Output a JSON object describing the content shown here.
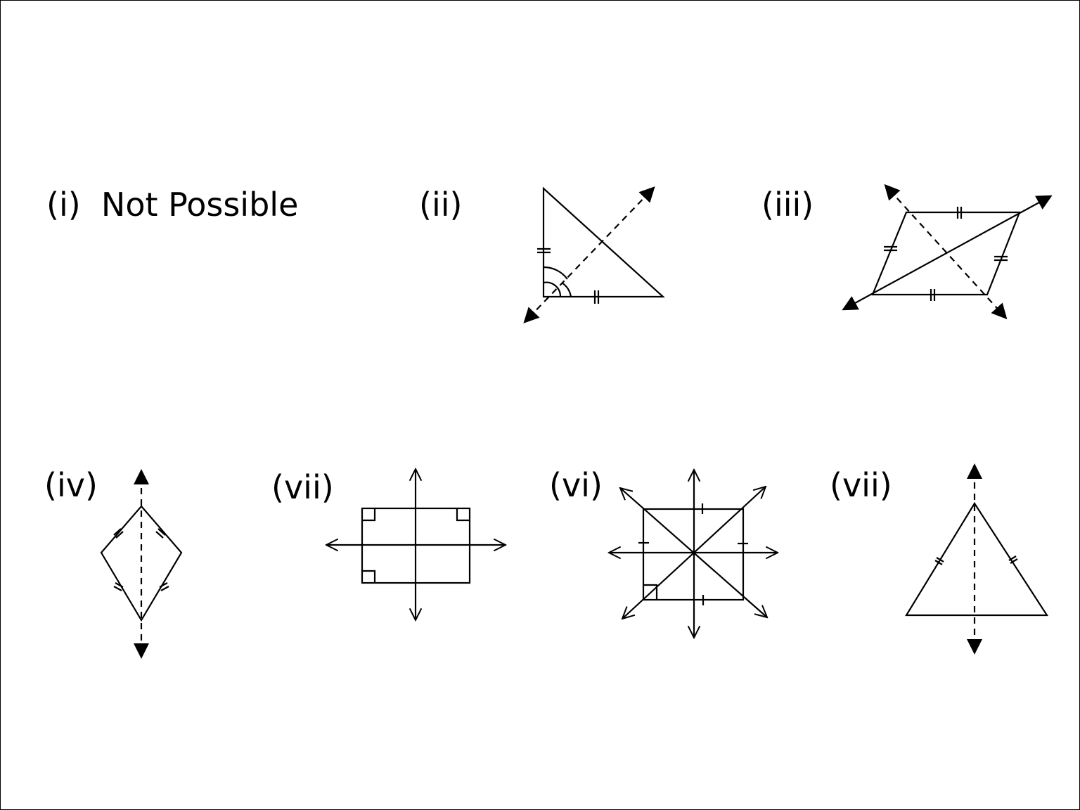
{
  "figures": [
    {
      "id": "i",
      "label": "(i)  Not Possible",
      "shape": "none",
      "lines_of_symmetry": 0
    },
    {
      "id": "ii",
      "label": "(ii)",
      "shape": "right isosceles triangle",
      "lines_of_symmetry": 1,
      "line_style": "dashed"
    },
    {
      "id": "iii",
      "label": "(iii)",
      "shape": "rhombus",
      "lines_of_symmetry": 2,
      "line_style": "one solid diagonal, one dashed diagonal"
    },
    {
      "id": "iv",
      "label": "(iv)",
      "shape": "kite",
      "lines_of_symmetry": 1,
      "line_style": "dashed"
    },
    {
      "id": "v",
      "label": "(vii)",
      "shape": "rectangle",
      "lines_of_symmetry": 2,
      "line_style": "solid"
    },
    {
      "id": "vi",
      "label": "(vi)",
      "shape": "square",
      "lines_of_symmetry": 4,
      "line_style": "solid"
    },
    {
      "id": "vii",
      "label": "(vii)",
      "shape": "isosceles triangle",
      "lines_of_symmetry": 1,
      "line_style": "dashed"
    }
  ],
  "colors": {
    "stroke": "#000000",
    "background": "#ffffff"
  }
}
